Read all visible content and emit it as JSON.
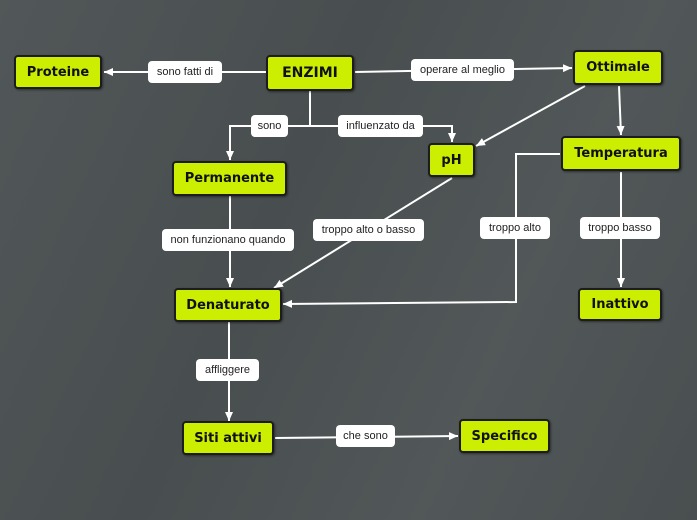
{
  "concepts": {
    "enzimi": "ENZIMI",
    "proteine": "Proteine",
    "ottimale": "Ottimale",
    "permanente": "Permanente",
    "ph": "pH",
    "temperatura": "Temperatura",
    "denaturato": "Denaturato",
    "inattivo": "Inattivo",
    "siti_attivi": "Siti attivi",
    "specifico": "Specifico"
  },
  "links": {
    "sono_fatti_di": "sono fatti di",
    "operare_al_meglio": "operare al meglio",
    "sono": "sono",
    "influenzato_da": "influenzato da",
    "non_funzionano_quando": "non funzionano quando",
    "troppo_alto_o_basso": "troppo alto o basso",
    "troppo_alto": "troppo alto",
    "troppo_basso": "troppo basso",
    "affliggere": "affliggere",
    "che_sono": "che sono"
  },
  "colors": {
    "node_fill": "#ccee00",
    "node_border": "#1c1c1c",
    "background": "#4c5253",
    "link_line": "#ffffff"
  }
}
